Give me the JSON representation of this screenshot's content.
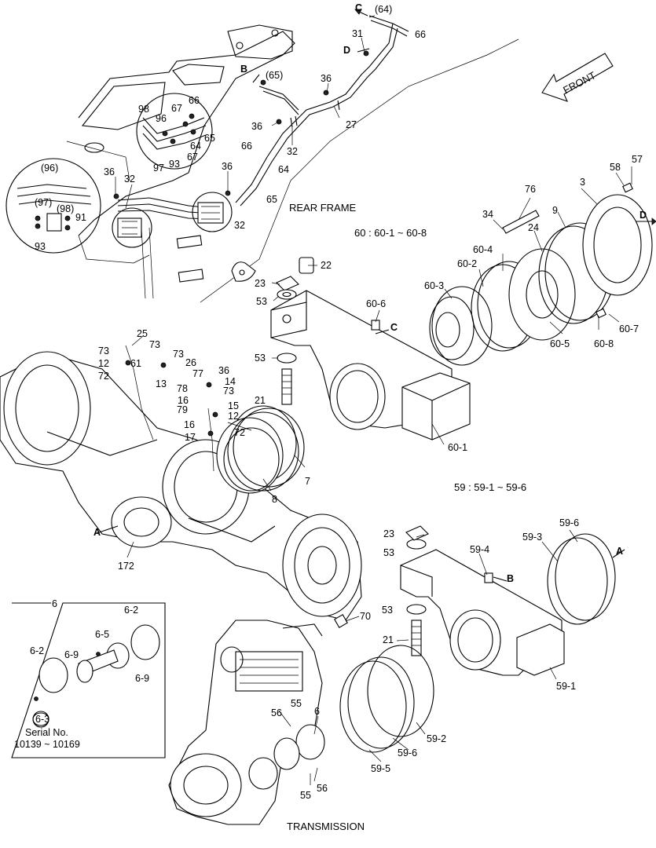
{
  "region_labels": {
    "rear_frame": "REAR FRAME",
    "transmission": "TRANSMISSION",
    "front": "FRONT",
    "serial_caption": "Serial No.",
    "serial_range": "10139 ~ 10169"
  },
  "formulas": {
    "group60": "60 : 60-1 ~ 60-8",
    "group59": "59 : 59-1 ~ 59-6"
  },
  "view_markers": [
    "A",
    "B",
    "C",
    "D"
  ],
  "part_labels": [
    {
      "id": "p64a",
      "text": "(64)"
    },
    {
      "id": "p66a",
      "text": "66"
    },
    {
      "id": "p31",
      "text": "31"
    },
    {
      "id": "pC1",
      "text": "C"
    },
    {
      "id": "pD1",
      "text": "D"
    },
    {
      "id": "pB1",
      "text": "B"
    },
    {
      "id": "p65a",
      "text": "(65)"
    },
    {
      "id": "p36a",
      "text": "36"
    },
    {
      "id": "p27",
      "text": "27"
    },
    {
      "id": "p36b",
      "text": "36"
    },
    {
      "id": "p32a",
      "text": "32"
    },
    {
      "id": "p66b",
      "text": "66"
    },
    {
      "id": "p64b",
      "text": "64"
    },
    {
      "id": "p65b",
      "text": "65"
    },
    {
      "id": "p36c",
      "text": "36"
    },
    {
      "id": "p32b",
      "text": "32"
    },
    {
      "id": "p98a",
      "text": "98"
    },
    {
      "id": "p96a",
      "text": "96"
    },
    {
      "id": "p67a",
      "text": "67"
    },
    {
      "id": "p66c",
      "text": "66"
    },
    {
      "id": "p65c",
      "text": "65"
    },
    {
      "id": "p64c",
      "text": "64"
    },
    {
      "id": "p67b",
      "text": "67"
    },
    {
      "id": "p93a",
      "text": "93"
    },
    {
      "id": "p97a",
      "text": "97"
    },
    {
      "id": "p96b",
      "text": "(96)"
    },
    {
      "id": "p97b",
      "text": "(97)"
    },
    {
      "id": "p98b",
      "text": "(98)"
    },
    {
      "id": "p91",
      "text": "91"
    },
    {
      "id": "p93b",
      "text": "93"
    },
    {
      "id": "p36d",
      "text": "36"
    },
    {
      "id": "p32c",
      "text": "32"
    },
    {
      "id": "p22",
      "text": "22"
    },
    {
      "id": "p23a",
      "text": "23"
    },
    {
      "id": "p53a",
      "text": "53"
    },
    {
      "id": "p60_6",
      "text": "60-6"
    },
    {
      "id": "pC2",
      "text": "C"
    },
    {
      "id": "p53b",
      "text": "53"
    },
    {
      "id": "p21a",
      "text": "21"
    },
    {
      "id": "p60_1",
      "text": "60-1"
    },
    {
      "id": "p60_3",
      "text": "60-3"
    },
    {
      "id": "p60_2",
      "text": "60-2"
    },
    {
      "id": "p60_4",
      "text": "60-4"
    },
    {
      "id": "p34",
      "text": "34"
    },
    {
      "id": "p76",
      "text": "76"
    },
    {
      "id": "p24",
      "text": "24"
    },
    {
      "id": "p9",
      "text": "9"
    },
    {
      "id": "p3",
      "text": "3"
    },
    {
      "id": "p58",
      "text": "58"
    },
    {
      "id": "p57",
      "text": "57"
    },
    {
      "id": "pD2",
      "text": "D"
    },
    {
      "id": "p60_5",
      "text": "60-5"
    },
    {
      "id": "p60_8",
      "text": "60-8"
    },
    {
      "id": "p60_7",
      "text": "60-7"
    },
    {
      "id": "p25",
      "text": "25"
    },
    {
      "id": "p73a",
      "text": "73"
    },
    {
      "id": "p73b",
      "text": "73"
    },
    {
      "id": "p12a",
      "text": "12"
    },
    {
      "id": "p61",
      "text": "61"
    },
    {
      "id": "p72a",
      "text": "72"
    },
    {
      "id": "p13",
      "text": "13"
    },
    {
      "id": "p73c",
      "text": "73"
    },
    {
      "id": "p26",
      "text": "26"
    },
    {
      "id": "p77",
      "text": "77"
    },
    {
      "id": "p36e",
      "text": "36"
    },
    {
      "id": "p14",
      "text": "14"
    },
    {
      "id": "p78",
      "text": "78"
    },
    {
      "id": "p73d",
      "text": "73"
    },
    {
      "id": "p16a",
      "text": "16"
    },
    {
      "id": "p79",
      "text": "79"
    },
    {
      "id": "p15",
      "text": "15"
    },
    {
      "id": "p12b",
      "text": "12"
    },
    {
      "id": "p16b",
      "text": "16"
    },
    {
      "id": "p72b",
      "text": "72"
    },
    {
      "id": "p17",
      "text": "17"
    },
    {
      "id": "p7",
      "text": "7"
    },
    {
      "id": "p8",
      "text": "8"
    },
    {
      "id": "pA1",
      "text": "A"
    },
    {
      "id": "p172",
      "text": "172"
    },
    {
      "id": "p23b",
      "text": "23"
    },
    {
      "id": "p53c",
      "text": "53"
    },
    {
      "id": "p59_4",
      "text": "59-4"
    },
    {
      "id": "p59_3",
      "text": "59-3"
    },
    {
      "id": "p59_6a",
      "text": "59-6"
    },
    {
      "id": "pA2",
      "text": "A"
    },
    {
      "id": "pB2",
      "text": "B"
    },
    {
      "id": "p53d",
      "text": "53"
    },
    {
      "id": "p21b",
      "text": "21"
    },
    {
      "id": "p70",
      "text": "70"
    },
    {
      "id": "p59_1",
      "text": "59-1"
    },
    {
      "id": "p59_2",
      "text": "59-2"
    },
    {
      "id": "p59_6b",
      "text": "59-6"
    },
    {
      "id": "p59_5",
      "text": "59-5"
    },
    {
      "id": "p6a",
      "text": "6"
    },
    {
      "id": "p6_2a",
      "text": "6-2"
    },
    {
      "id": "p6_5",
      "text": "6-5"
    },
    {
      "id": "p6_2b",
      "text": "6-2"
    },
    {
      "id": "p6_9a",
      "text": "6-9"
    },
    {
      "id": "p6_9b",
      "text": "6-9"
    },
    {
      "id": "p6_3",
      "text": "6-3"
    },
    {
      "id": "p56a",
      "text": "56"
    },
    {
      "id": "p55a",
      "text": "55"
    },
    {
      "id": "p6b",
      "text": "6"
    },
    {
      "id": "p55b",
      "text": "55"
    },
    {
      "id": "p56b",
      "text": "56"
    }
  ]
}
